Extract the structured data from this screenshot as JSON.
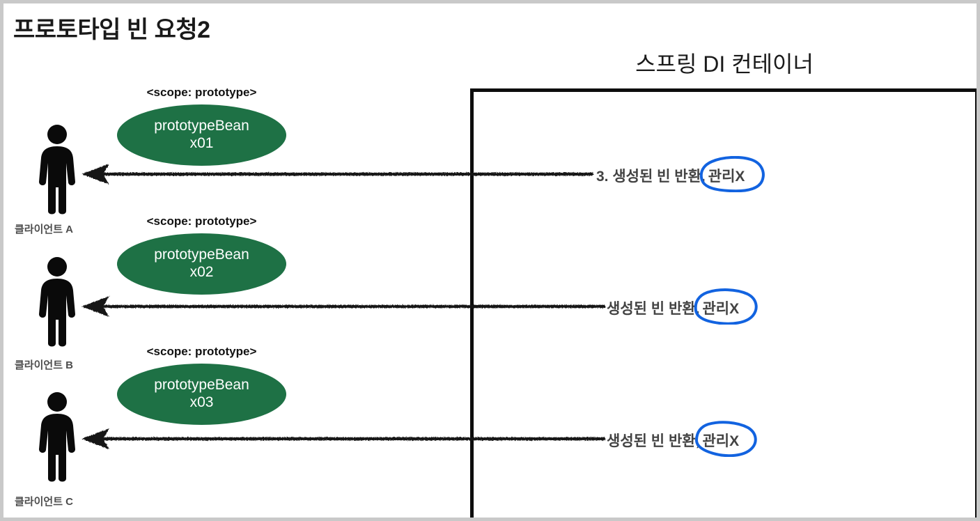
{
  "slide": {
    "title": "프로토타입 빈 요청2",
    "container_heading": "스프링 DI 컨테이너"
  },
  "colors": {
    "bean_fill": "#1e7145",
    "bean_text": "#ffffff",
    "annotation_blue": "#1263E0",
    "arrow": "#1a1a1a",
    "label_text": "#434343",
    "client_label_text": "#4d4d4d",
    "container_border": "#0d0d0d",
    "page_border": "#c9c9c9"
  },
  "clients": [
    {
      "label": "클라이언트 A",
      "icon": "person-icon"
    },
    {
      "label": "클라이언트 B",
      "icon": "person-icon"
    },
    {
      "label": "클라이언트 C",
      "icon": "person-icon"
    }
  ],
  "beans": [
    {
      "scope": "<scope: prototype>",
      "name": "prototypeBean",
      "instance": "x01"
    },
    {
      "scope": "<scope: prototype>",
      "name": "prototypeBean",
      "instance": "x02"
    },
    {
      "scope": "<scope: prototype>",
      "name": "prototypeBean",
      "instance": "x03"
    }
  ],
  "arrows": [
    {
      "direction": "left",
      "label_prefix": "3. 생성된 빈 반환,",
      "label_annotated": "관리X",
      "annotation": "hand-drawn-blue-circle"
    },
    {
      "direction": "left",
      "label_prefix": "생성된 빈 반환,",
      "label_annotated": "관리X",
      "annotation": "hand-drawn-blue-circle"
    },
    {
      "direction": "left",
      "label_prefix": "생성된 빈 반환,",
      "label_annotated": "관리X",
      "annotation": "hand-drawn-blue-circle"
    }
  ]
}
